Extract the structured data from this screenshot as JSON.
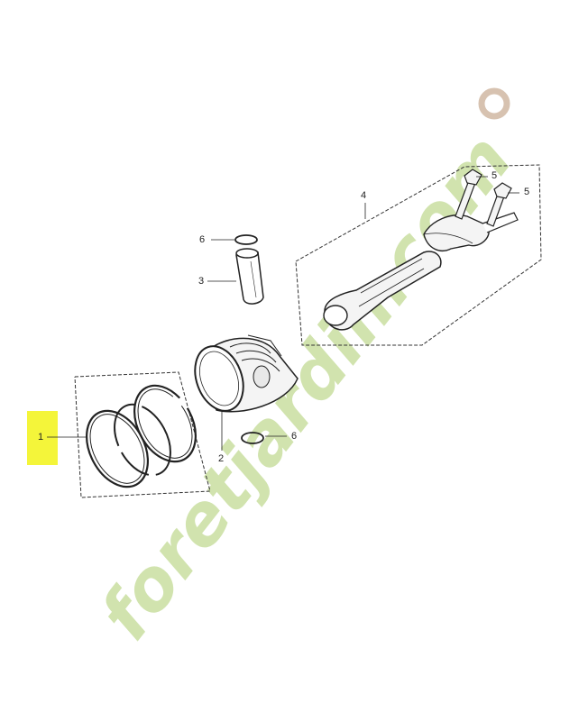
{
  "callouts": {
    "c1": "1",
    "c2": "2",
    "c3": "3",
    "c4": "4",
    "c5a": "5",
    "c5b": "5",
    "c6a": "6",
    "c6b": "6"
  },
  "watermark": {
    "text": "foretjardin.com",
    "color_green": "#c9dfa0",
    "color_orange": "#f2c28a",
    "color_brown": "#d7c2b0"
  },
  "highlight_color": "#f4f53a"
}
